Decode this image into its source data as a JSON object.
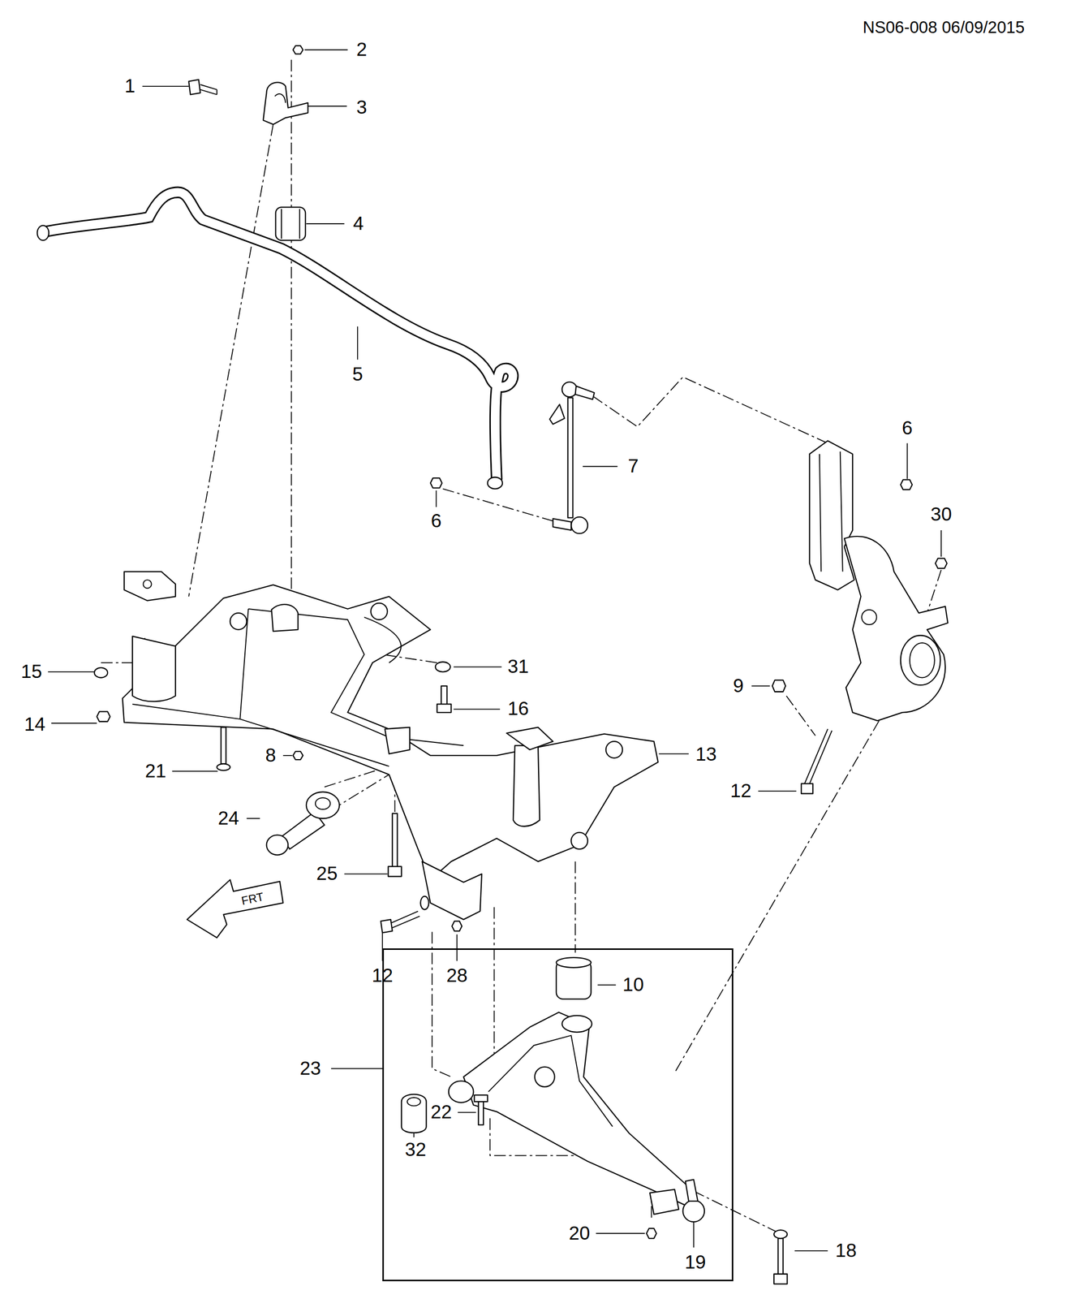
{
  "diagram": {
    "nodes": [
      {
        "text": [
          "10",
          "32",
          "22",
          "20",
          "19"
        ]
      }
    ],
    "labels": [
      "NS06-008 06/09/2015",
      "1",
      "2",
      "3",
      "4",
      "5",
      "7",
      "6",
      "6",
      "30",
      "15",
      "31",
      "14",
      "16",
      "9",
      "21",
      "8",
      "13",
      "12",
      "24",
      "25",
      "FRT",
      "12",
      "28",
      "23",
      "18"
    ]
  }
}
